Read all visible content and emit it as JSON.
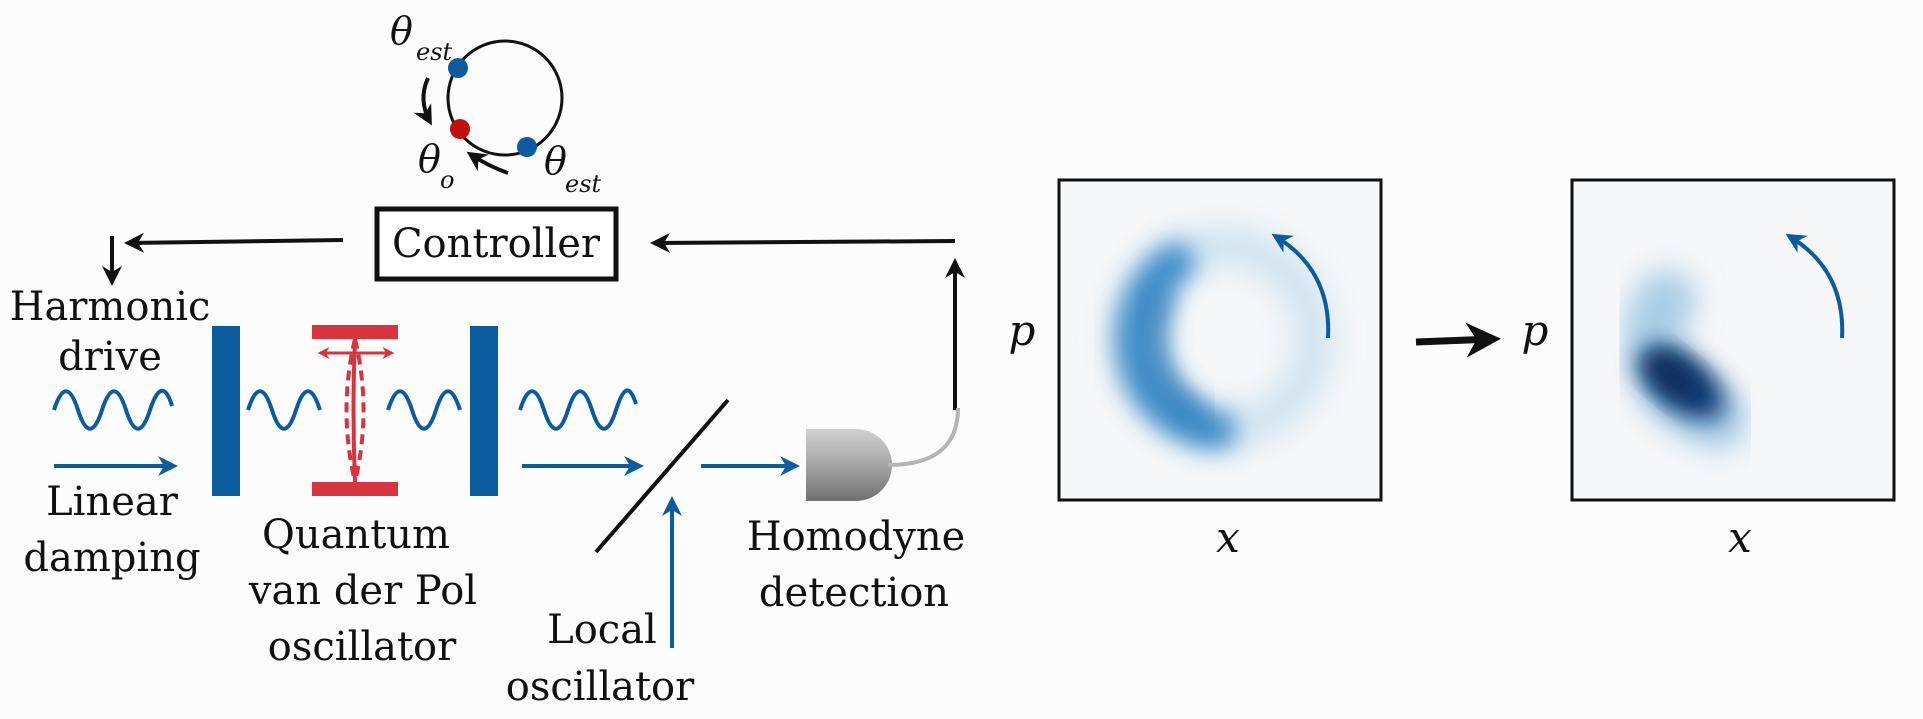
{
  "controller": {
    "label": "Controller"
  },
  "phase_diagram": {
    "theta_est_top": "θ",
    "theta_est_top_sub": "est",
    "theta_o": "θ",
    "theta_o_sub": "o",
    "theta_est_bottom": "θ",
    "theta_est_bottom_sub": "est"
  },
  "labels": {
    "harmonic_drive_1": "Harmonic",
    "harmonic_drive_2": "drive",
    "linear_damping_1": "Linear",
    "linear_damping_2": "damping",
    "qvdp_1": "Quantum",
    "qvdp_2": "van der Pol",
    "qvdp_3": "oscillator",
    "local_osc_1": "Local",
    "local_osc_2": "oscillator",
    "homodyne_1": "Homodyne",
    "homodyne_2": "detection"
  },
  "panels": [
    {
      "xlabel": "x",
      "ylabel": "p"
    },
    {
      "xlabel": "x",
      "ylabel": "p"
    }
  ],
  "colors": {
    "blue": "#0b5c9e",
    "red": "#d6353f",
    "dot_blue": "#0b5c9e",
    "dot_red": "#c40d0d",
    "detector_light": "#c6c6c6",
    "detector_dark": "#7a7a7a"
  }
}
